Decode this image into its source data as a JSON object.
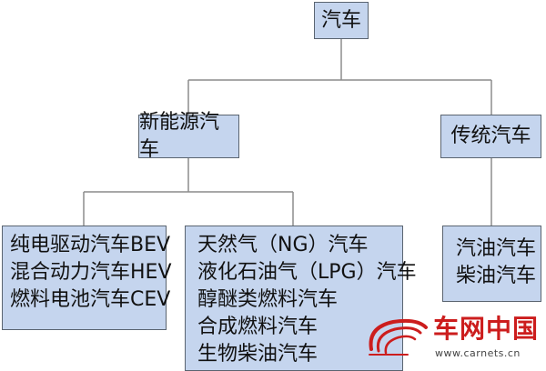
{
  "diagram": {
    "root": {
      "label": "汽车"
    },
    "categories": [
      {
        "label": "新能源汽车",
        "groups": [
          [
            "纯电驱动汽车BEV",
            "混合动力汽车HEV",
            "燃料电池汽车CEV"
          ],
          [
            "天然气（NG）汽车",
            "液化石油气（LPG）汽车",
            "醇醚类燃料汽车",
            "合成燃料汽车",
            "生物柴油汽车"
          ]
        ]
      },
      {
        "label": "传统汽车",
        "groups": [
          [
            "汽油汽车",
            "柴油汽车"
          ]
        ]
      }
    ]
  },
  "watermark": {
    "name": "车网中国",
    "url": "www.carnets.cn"
  },
  "colors": {
    "box_fill": "#c5d5ee",
    "box_border": "#5a6470",
    "connector": "#8c8c8c",
    "watermark_red": "#cc1d1d"
  }
}
